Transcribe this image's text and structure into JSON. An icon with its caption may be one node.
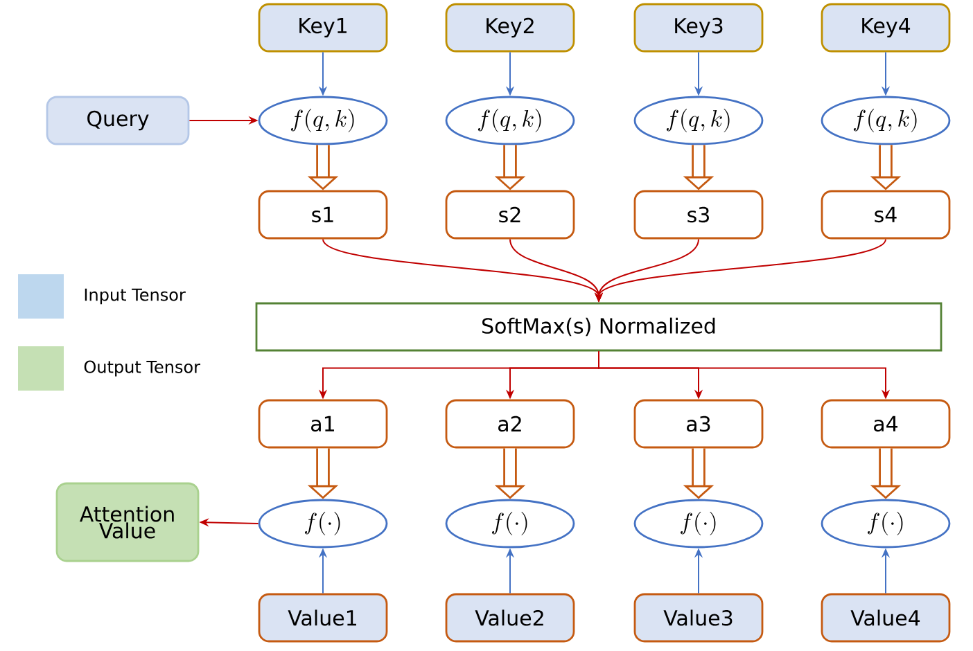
{
  "diagram": {
    "nodes": [
      {
        "text": [
          "Query"
        ]
      },
      {
        "text": [
          "Key1"
        ]
      },
      {
        "text": [
          "Key2"
        ]
      },
      {
        "text": [
          "Key3"
        ]
      },
      {
        "text": [
          "Key4"
        ]
      },
      {
        "text": [
          "f(q, k)"
        ]
      },
      {
        "text": [
          "f(q, k)"
        ]
      },
      {
        "text": [
          "f(q, k)"
        ]
      },
      {
        "text": [
          "f(q, k)"
        ]
      },
      {
        "text": [
          "s1"
        ]
      },
      {
        "text": [
          "s2"
        ]
      },
      {
        "text": [
          "s3"
        ]
      },
      {
        "text": [
          "s4"
        ]
      },
      {
        "text": [
          "SoftMax(s) Normalized"
        ]
      },
      {
        "text": [
          "a1"
        ]
      },
      {
        "text": [
          "a2"
        ]
      },
      {
        "text": [
          "a3"
        ]
      },
      {
        "text": [
          "a4"
        ]
      },
      {
        "text": [
          "Attention Value"
        ]
      },
      {
        "text": [
          "f(\\cdot)"
        ]
      },
      {
        "text": [
          "f(\\cdot)"
        ]
      },
      {
        "text": [
          "f(\\cdot)"
        ]
      },
      {
        "text": [
          "f(\\cdot)"
        ]
      },
      {
        "text": [
          "Value1"
        ]
      },
      {
        "text": [
          "Value2"
        ]
      },
      {
        "text": [
          "Value3"
        ]
      },
      {
        "text": [
          "Value4"
        ]
      }
    ],
    "edges": [
      {
        "from": 0,
        "to": 5,
        "arrow": "to"
      },
      {
        "from": 1,
        "to": 5,
        "arrow": "to",
        "color": "#4472c4"
      },
      {
        "from": 2,
        "to": 6,
        "arrow": "to",
        "color": "#4472c4"
      },
      {
        "from": 3,
        "to": 7,
        "arrow": "to",
        "color": "#4472c4"
      },
      {
        "from": 4,
        "to": 8,
        "arrow": "to",
        "color": "#4472c4"
      },
      {
        "from": 5,
        "to": 9,
        "arrow": "to",
        "style": "thick",
        "color": "#c55a11"
      },
      {
        "from": 6,
        "to": 10,
        "arrow": "to",
        "style": "thick",
        "color": "#c55a11"
      },
      {
        "from": 7,
        "to": 11,
        "arrow": "to",
        "style": "thick",
        "color": "#c55a11"
      },
      {
        "from": 8,
        "to": 12,
        "arrow": "to",
        "style": "thick",
        "color": "#c55a11"
      },
      {
        "from": 9,
        "to": 13,
        "arrow": "to"
      },
      {
        "from": 10,
        "to": 13,
        "arrow": "to"
      },
      {
        "from": 11,
        "to": 13,
        "arrow": "to"
      },
      {
        "from": 12,
        "to": 13,
        "arrow": "to"
      },
      {
        "from": 13,
        "to": 14,
        "arrow": "to"
      },
      {
        "from": 13,
        "to": 15,
        "arrow": "to"
      },
      {
        "from": 13,
        "to": 16,
        "arrow": "to"
      },
      {
        "from": 13,
        "to": 17,
        "arrow": "to"
      },
      {
        "from": 14,
        "to": 19,
        "arrow": "to",
        "style": "thick",
        "color": "#c55a11"
      },
      {
        "from": 15,
        "to": 20,
        "arrow": "to",
        "style": "thick",
        "color": "#c55a11"
      },
      {
        "from": 16,
        "to": 21,
        "arrow": "to",
        "style": "thick",
        "color": "#c55a11"
      },
      {
        "from": 17,
        "to": 22,
        "arrow": "to",
        "style": "thick",
        "color": "#c55a11"
      },
      {
        "from": 23,
        "to": 19,
        "arrow": "to",
        "color": "#4472c4"
      },
      {
        "from": 24,
        "to": 20,
        "arrow": "to",
        "color": "#4472c4"
      },
      {
        "from": 25,
        "to": 21,
        "arrow": "to",
        "color": "#4472c4"
      },
      {
        "from": 26,
        "to": 22,
        "arrow": "to",
        "color": "#4472c4"
      },
      {
        "from": 19,
        "to": 18,
        "arrow": "to"
      }
    ],
    "legend": [
      {
        "text": "Input Tensor",
        "color": "#bdd7ee"
      },
      {
        "text": "Output Tensor",
        "color": "#c5e0b4"
      }
    ]
  }
}
